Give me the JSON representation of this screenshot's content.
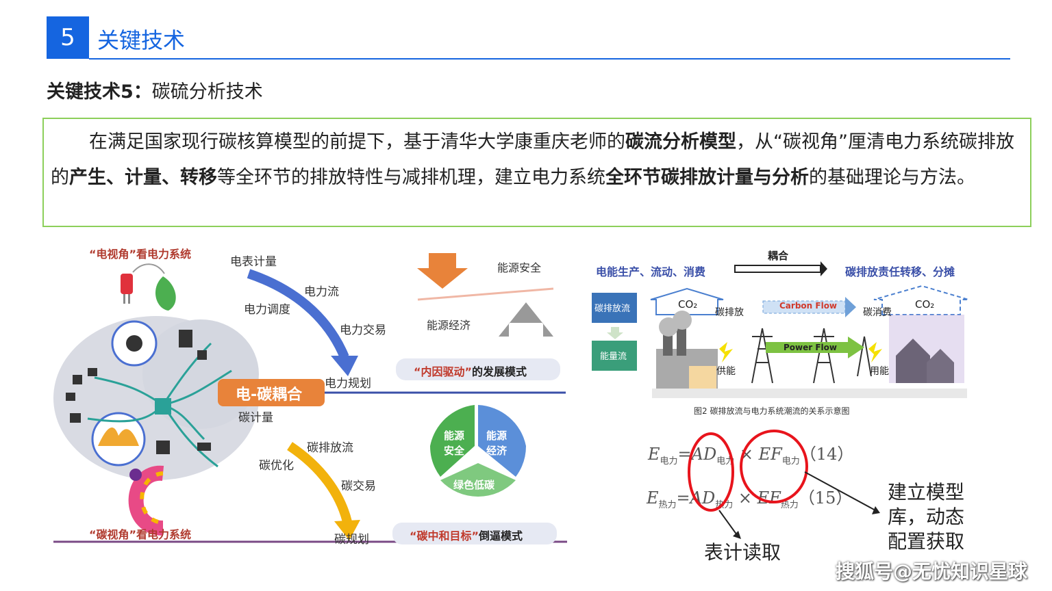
{
  "header": {
    "number": "5",
    "title": "关键技术"
  },
  "subtitle": {
    "bold": "关键技术5：",
    "text": "碳硫分析技术"
  },
  "paragraph": {
    "p1": "在满足国家现行碳核算模型的前提下，基于清华大学康重庆老师的",
    "b1": "碳流分析模型",
    "p2": "，从“碳视角”厘清电力系统碳排放的",
    "b2": "产生、计量、转移",
    "p3": "等全环节的排放特性与减排机理，建立电力系统",
    "b3": "全环节碳排放计量与分析",
    "p4": "的基础理论与方法。"
  },
  "left_figure": {
    "top_caption": "“电视角”看电力系统",
    "bottom_caption": "“碳视角”看电力系统",
    "center_label": "电-碳耦合",
    "upper_flow": [
      "电表计量",
      "电力流",
      "电力调度",
      "电力交易",
      "电力规划"
    ],
    "lower_flow": [
      "碳计量",
      "碳排放流",
      "碳优化",
      "碳交易",
      "碳规划"
    ],
    "energy_security": "能源安全",
    "energy_economy": "能源经济",
    "mode1": {
      "quote": "“内因驱动”",
      "text": "的发展模式"
    },
    "mode2": {
      "quote": "“碳中和目标”",
      "text": "倒逼模式"
    },
    "triangle": [
      "能源安全",
      "能源经济",
      "绿色低碳"
    ]
  },
  "right_figure": {
    "coupling": "耦合",
    "left_title": "电能生产、流动、消费",
    "right_title": "碳排放责任转移、分摊",
    "box1": "碳排放流",
    "box2": "能量流",
    "co2": "CO₂",
    "carbon_emit": "碳排放",
    "carbon_flow": "Carbon Flow",
    "carbon_consume": "碳消费",
    "power_flow": "Power Flow",
    "supply": "供能",
    "use": "用能",
    "caption": "图2 碳排放流与电力系统潮流的关系示意图"
  },
  "formulas": {
    "eq1": {
      "E": "E",
      "E_sub": "电力",
      "AD": "AD",
      "AD_sub": "电力",
      "EF": "EF",
      "EF_sub": "电力",
      "num": "（14）"
    },
    "eq2": {
      "E": "E",
      "E_sub": "热力",
      "AD": "AD",
      "AD_sub": "热力",
      "EF": "EF",
      "EF_sub": "热力",
      "num": "（15）"
    }
  },
  "annotations": {
    "meter": "表计读取",
    "model": "建立模型库，动态配置获取"
  },
  "watermark": "搜狐号@无忧知识星球",
  "colors": {
    "brand_blue": "#1565e0",
    "box_green": "#8ccf5a",
    "circle_red": "#e8141c"
  }
}
